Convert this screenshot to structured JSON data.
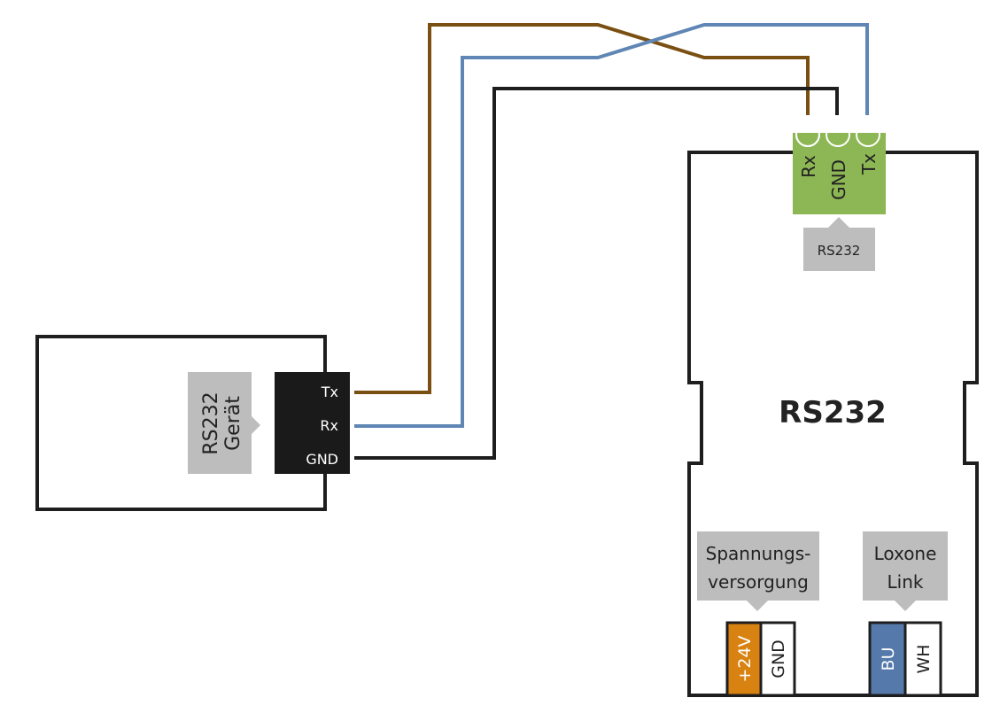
{
  "device": {
    "name_line1": "RS232",
    "name_line2": "Gerät",
    "pins": [
      "Tx",
      "Rx",
      "GND"
    ]
  },
  "extension": {
    "title": "RS232",
    "terminal": {
      "label": "RS232",
      "pins": [
        "Rx",
        "GND",
        "Tx"
      ],
      "color": "#8db654"
    },
    "power": {
      "label_line1": "Spannungs-",
      "label_line2": "versorgung",
      "pins": [
        "+24V",
        "GND"
      ],
      "plus_color": "#d88212"
    },
    "link": {
      "label_line1": "Loxone",
      "label_line2": "Link",
      "pins": [
        "BU",
        "WH"
      ],
      "bu_color": "#5579aa"
    }
  },
  "wires": [
    {
      "name": "tx-to-rx",
      "color": "#7a4f12"
    },
    {
      "name": "rx-to-tx",
      "color": "#5f86b4"
    },
    {
      "name": "gnd-to-gnd",
      "color": "#1e1e1e"
    }
  ],
  "callout_color": "#bdbdbd"
}
